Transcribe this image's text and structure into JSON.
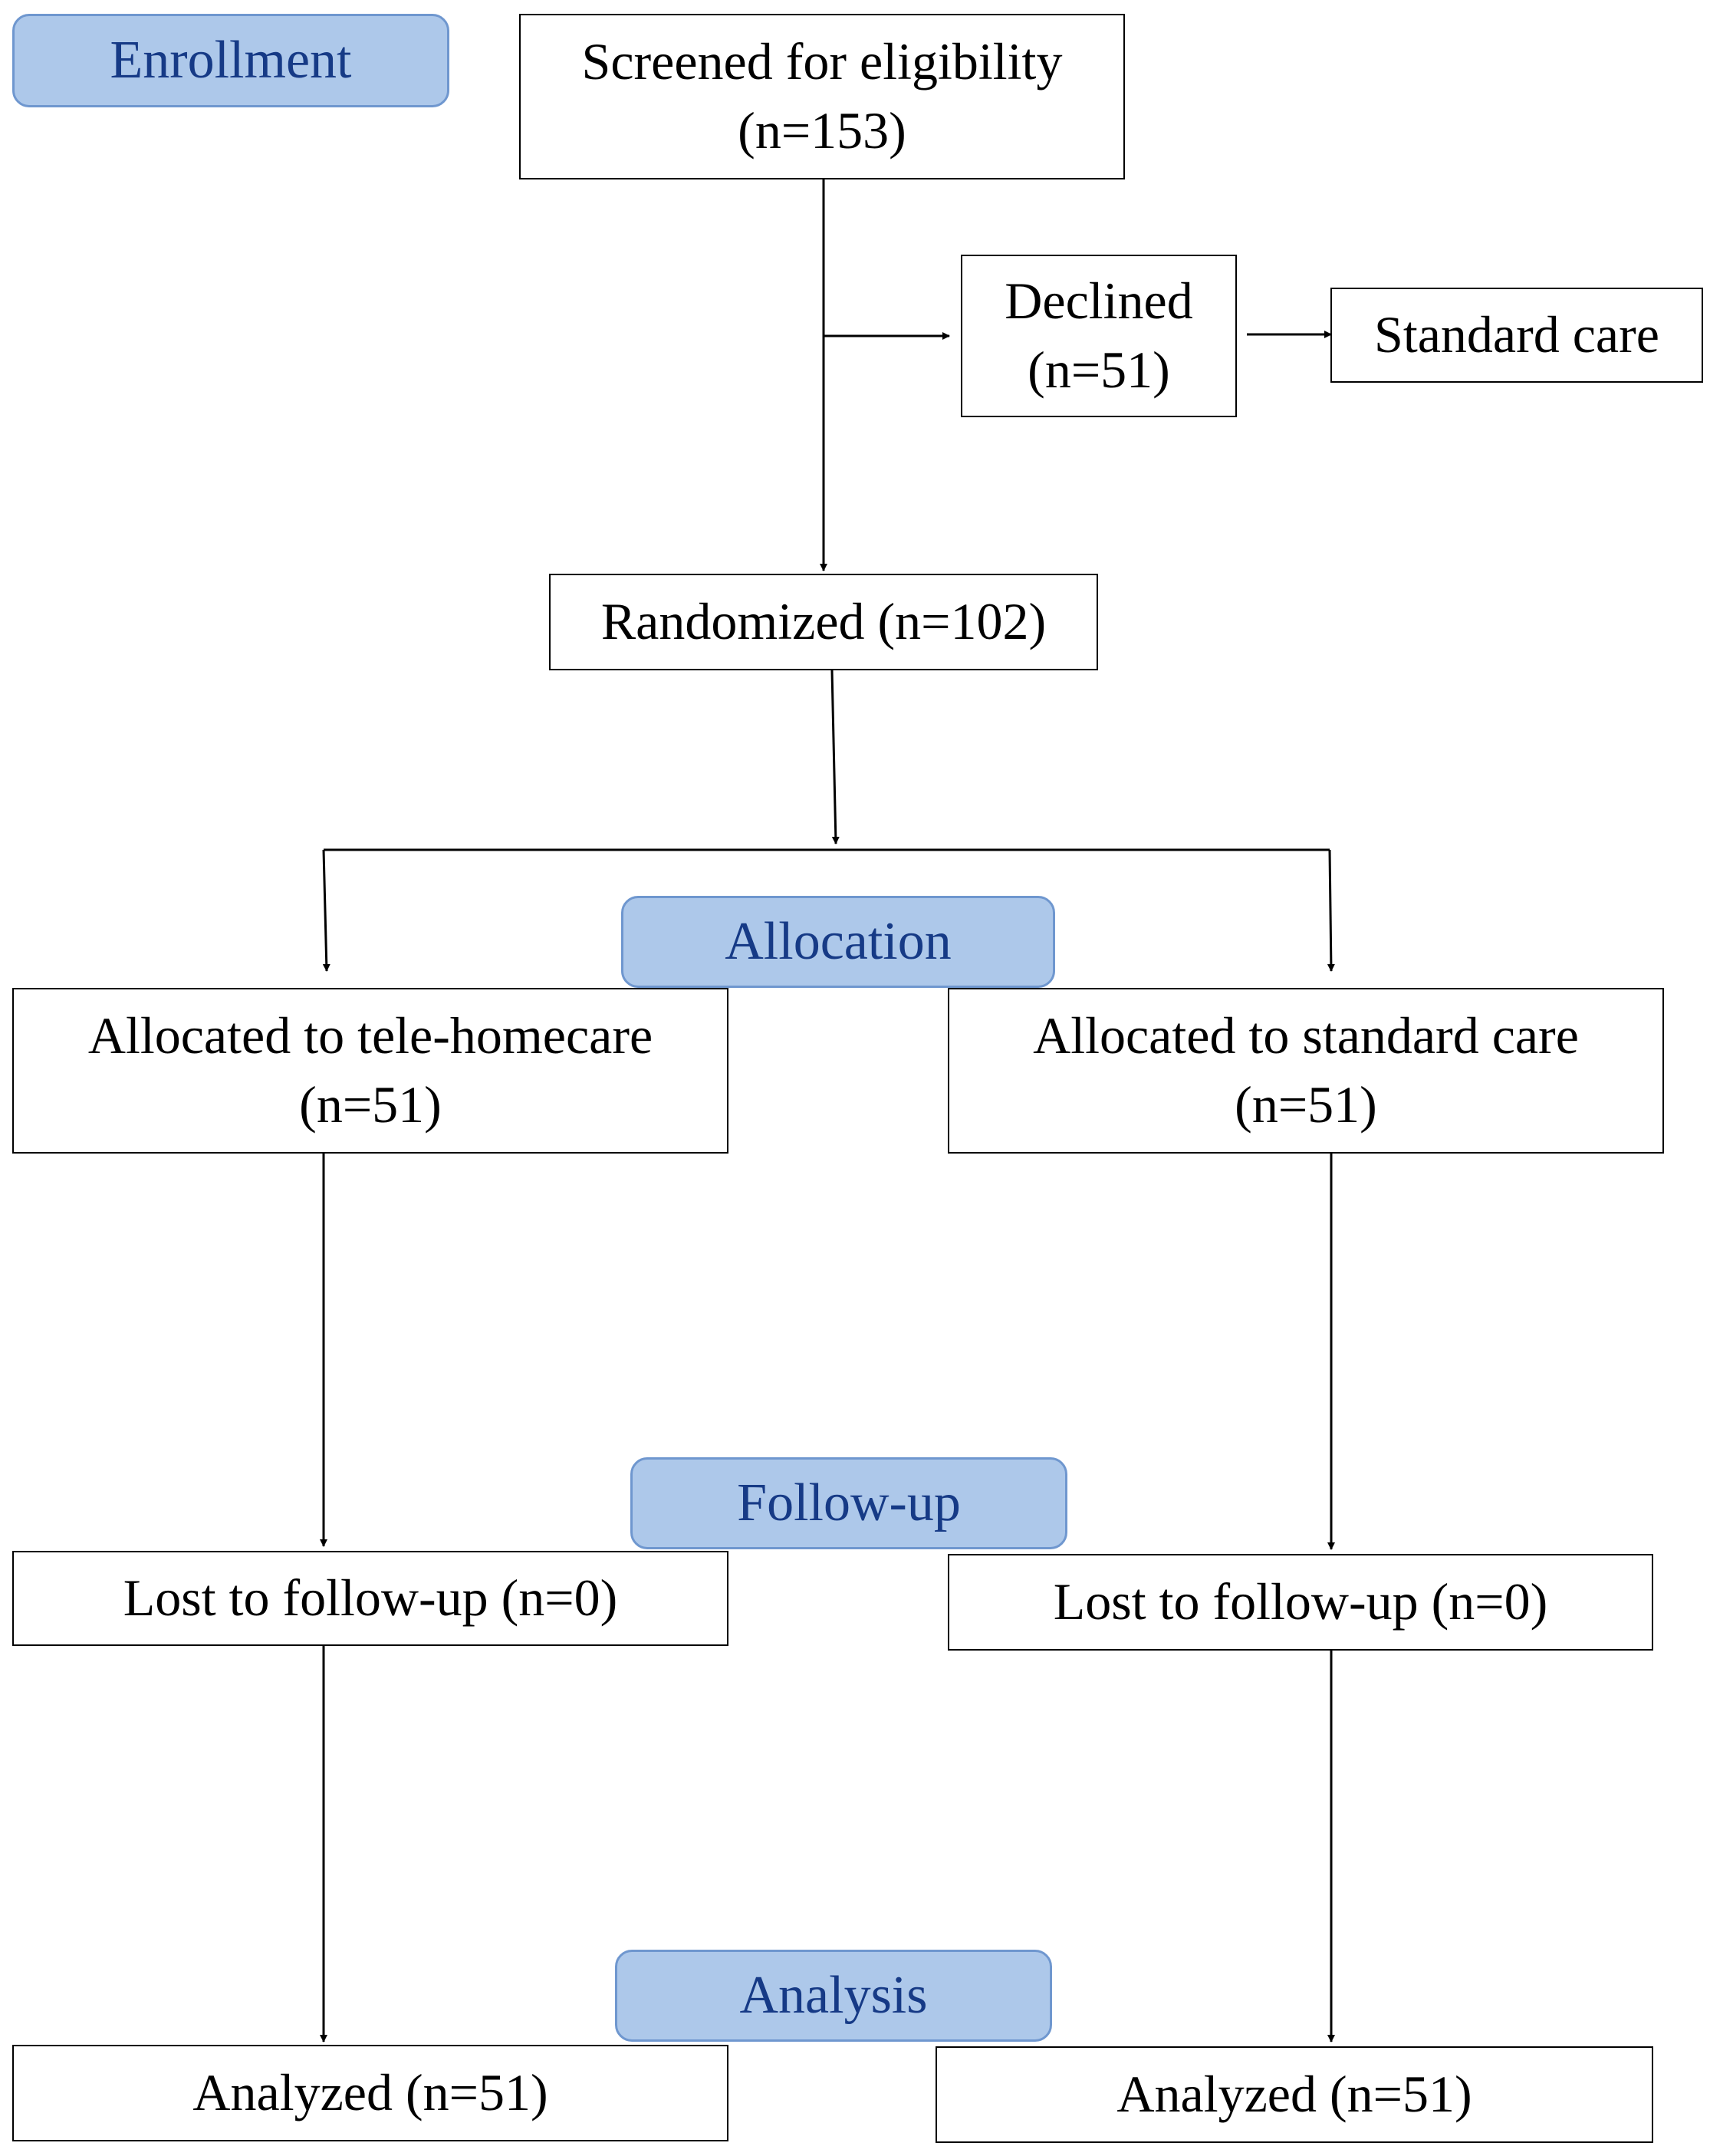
{
  "stages": {
    "enrollment": "Enrollment",
    "allocation": "Allocation",
    "follow_up": "Follow-up",
    "analysis": "Analysis"
  },
  "boxes": {
    "screened": {
      "line1": "Screened for eligibility",
      "line2": "(n=153)"
    },
    "declined": {
      "line1": "Declined",
      "line2": "(n=51)"
    },
    "declined_outcome": "Standard care",
    "randomized": "Randomized (n=102)",
    "alloc_tele": {
      "line1": "Allocated to tele-homecare",
      "line2": "(n=51)"
    },
    "alloc_standard": {
      "line1": "Allocated to standard care",
      "line2": "(n=51)"
    },
    "lost_tele": "Lost to follow-up (n=0)",
    "lost_standard": "Lost to follow-up (n=0)",
    "analyzed_tele": "Analyzed (n=51)",
    "analyzed_standard": "Analyzed (n=51)"
  },
  "colors": {
    "stage_fill": "#adc8ea",
    "stage_border": "#6f97cf",
    "stage_text": "#163a86",
    "line": "#000000"
  }
}
